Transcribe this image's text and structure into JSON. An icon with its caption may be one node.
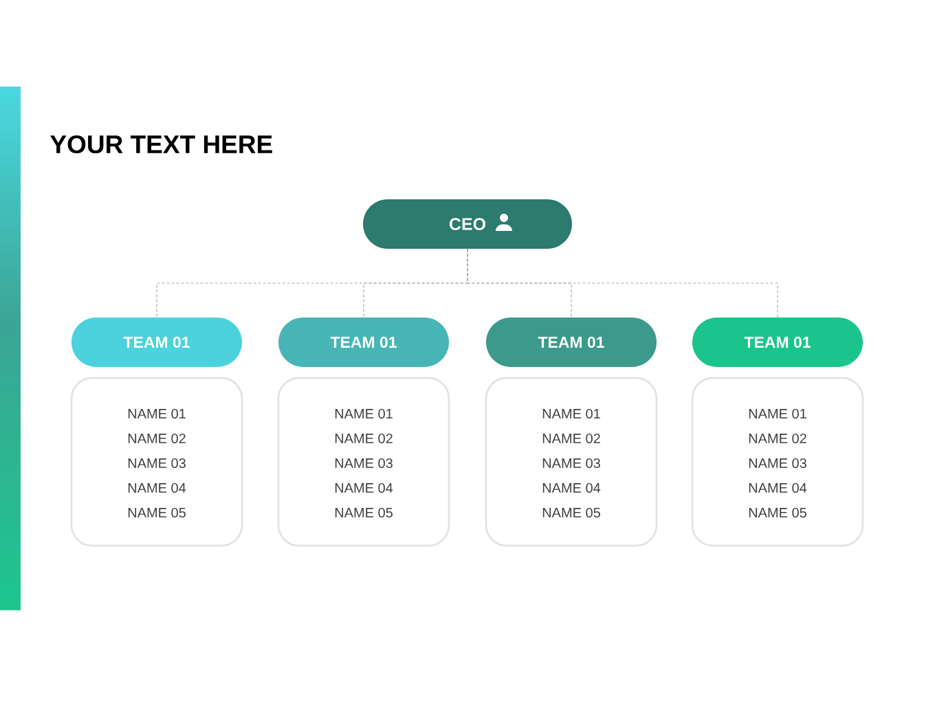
{
  "diagram": {
    "title": "YOUR TEXT HERE",
    "nodes": [
      {
        "text": [
          "CEO"
        ]
      },
      {
        "text": [
          "TEAM 01"
        ]
      },
      {
        "text": [
          "TEAM 01"
        ]
      },
      {
        "text": [
          "TEAM 01"
        ]
      },
      {
        "text": [
          "TEAM 01"
        ]
      },
      {
        "text": [
          "NAME 01",
          "NAME 02",
          "NAME 03",
          "NAME 04",
          "NAME 05"
        ]
      },
      {
        "text": [
          "NAME 01",
          "NAME 02",
          "NAME 03",
          "NAME 04",
          "NAME 05"
        ]
      },
      {
        "text": [
          "NAME 01",
          "NAME 02",
          "NAME 03",
          "NAME 04",
          "NAME 05"
        ]
      },
      {
        "text": [
          "NAME 01",
          "NAME 02",
          "NAME 03",
          "NAME 04",
          "NAME 05"
        ]
      }
    ],
    "edges": [
      {
        "from": 0,
        "to": 1,
        "arrow": "none",
        "style": "dashed"
      },
      {
        "from": 0,
        "to": 2,
        "arrow": "none",
        "style": "dashed"
      },
      {
        "from": 0,
        "to": 3,
        "arrow": "none",
        "style": "dashed"
      },
      {
        "from": 0,
        "to": 4,
        "arrow": "none",
        "style": "dashed"
      }
    ]
  }
}
